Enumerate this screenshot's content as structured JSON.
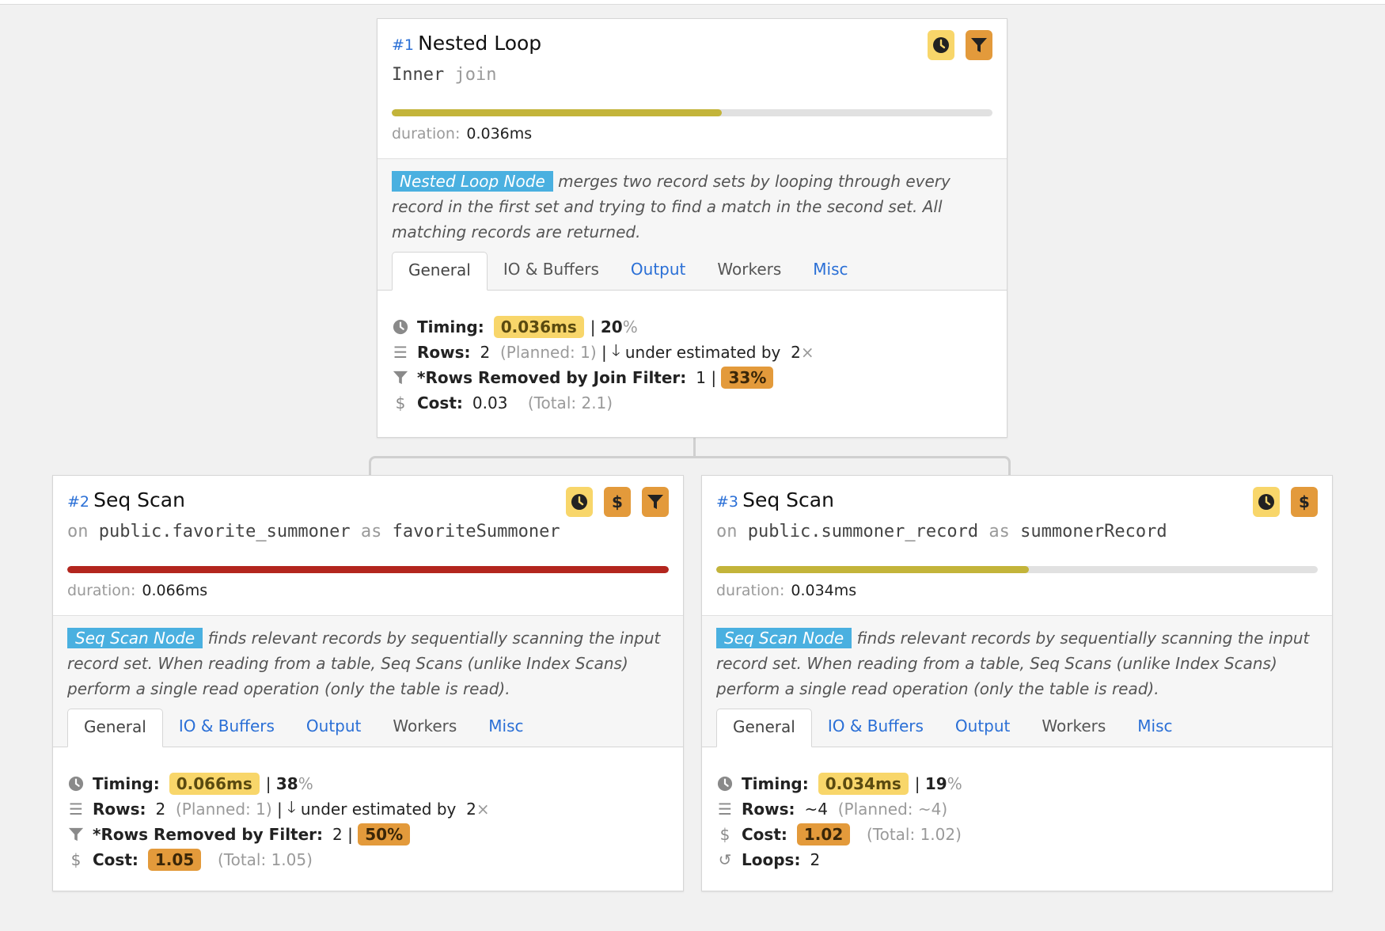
{
  "colors": {
    "bar_yellow": "#c3b43a",
    "bar_red": "#b3261e",
    "tag_blue": "#4ab0e0",
    "badge_yellow": "#f8d66a",
    "badge_orange": "#e39a3b",
    "link_blue": "#2a6fd6"
  },
  "nodes": [
    {
      "num": "#1",
      "title": "Nested Loop",
      "sub_a": "Inner",
      "sub_b": "join",
      "badges": [
        "clock-icon",
        "filter-icon"
      ],
      "bar_percent": 55,
      "bar_color": "#c3b43a",
      "duration_label": "duration:",
      "duration": "0.036ms",
      "tag": "Nested Loop Node",
      "desc": "merges two record sets by looping through every record in the first set and trying to find a match in the second set. All matching records are returned.",
      "tabs": [
        "General",
        "IO & Buffers",
        "Output",
        "Workers",
        "Misc"
      ],
      "timing_label": "Timing:",
      "timing": "0.036ms",
      "timing_pct": "20",
      "pct_sign": "%",
      "rows_label": "Rows:",
      "rows": "2",
      "planned": "(Planned: 1)",
      "est_text": "under estimated by",
      "est_val": "2",
      "times": "×",
      "filter_label": "*Rows Removed by Join Filter:",
      "filter_val": "1",
      "filter_pct": "33%",
      "cost_label": "Cost:",
      "cost": "0.03",
      "cost_total": "(Total: 2.1)"
    },
    {
      "num": "#2",
      "title": "Seq Scan",
      "on": "on",
      "table": "public.favorite_summoner",
      "as": "as",
      "alias": "favoriteSummoner",
      "badges": [
        "clock-icon",
        "dollar-icon",
        "filter-icon"
      ],
      "bar_percent": 100,
      "bar_color": "#b3261e",
      "duration_label": "duration:",
      "duration": "0.066ms",
      "tag": "Seq Scan Node",
      "desc": "finds relevant records by sequentially scanning the input record set. When reading from a table, Seq Scans (unlike Index Scans) perform a single read operation (only the table is read).",
      "tabs": [
        "General",
        "IO & Buffers",
        "Output",
        "Workers",
        "Misc"
      ],
      "timing_label": "Timing:",
      "timing": "0.066ms",
      "timing_pct": "38",
      "pct_sign": "%",
      "rows_label": "Rows:",
      "rows": "2",
      "planned": "(Planned: 1)",
      "est_text": "under estimated by",
      "est_val": "2",
      "times": "×",
      "filter_label": "*Rows Removed by Filter:",
      "filter_val": "2",
      "filter_pct": "50%",
      "cost_label": "Cost:",
      "cost": "1.05",
      "cost_total": "(Total: 1.05)"
    },
    {
      "num": "#3",
      "title": "Seq Scan",
      "on": "on",
      "table": "public.summoner_record",
      "as": "as",
      "alias": "summonerRecord",
      "badges": [
        "clock-icon",
        "dollar-icon"
      ],
      "bar_percent": 52,
      "bar_color": "#c3b43a",
      "duration_label": "duration:",
      "duration": "0.034ms",
      "tag": "Seq Scan Node",
      "desc": "finds relevant records by sequentially scanning the input record set. When reading from a table, Seq Scans (unlike Index Scans) perform a single read operation (only the table is read).",
      "tabs": [
        "General",
        "IO & Buffers",
        "Output",
        "Workers",
        "Misc"
      ],
      "timing_label": "Timing:",
      "timing": "0.034ms",
      "timing_pct": "19",
      "pct_sign": "%",
      "rows_label": "Rows:",
      "rows": "~4",
      "planned": "(Planned: ~4)",
      "cost_label": "Cost:",
      "cost": "1.02",
      "cost_total": "(Total: 1.02)",
      "loops_label": "Loops:",
      "loops": "2"
    }
  ]
}
